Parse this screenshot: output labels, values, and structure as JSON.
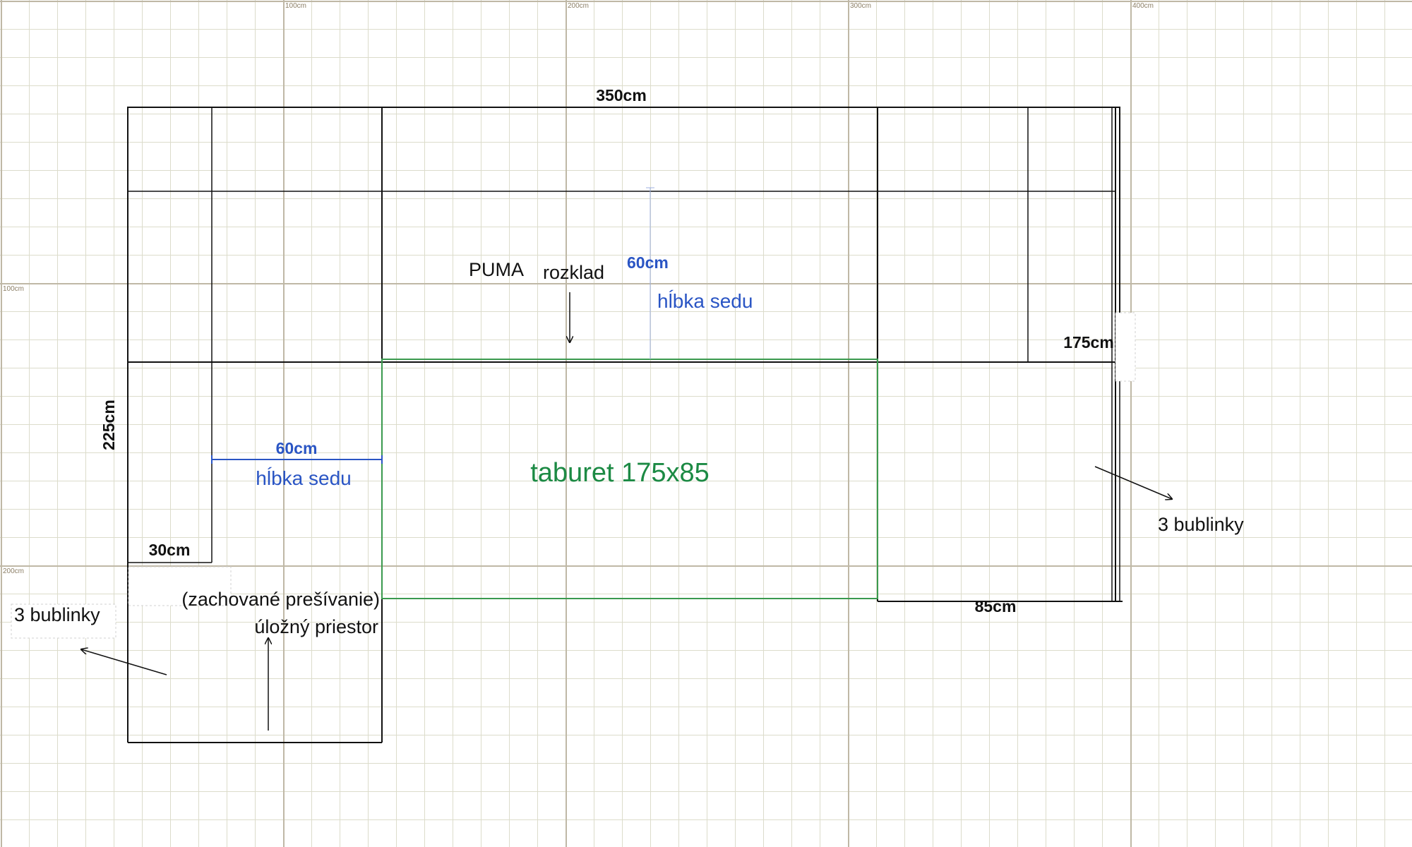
{
  "ruler": {
    "top": [
      "100cm",
      "200cm",
      "300cm",
      "400cm"
    ],
    "left": [
      "100cm",
      "200cm"
    ]
  },
  "labels": {
    "width_total": "350cm",
    "puma": "PUMA",
    "rozklad": "rozklad",
    "depth_top": "60cm",
    "seat_depth_top": "hĺbka sedu",
    "height_right": "175cm",
    "height_left": "225cm",
    "depth_left": "60cm",
    "seat_depth_left": "hĺbka sedu",
    "taburet": "taburet 175x85",
    "width_30": "30cm",
    "stitching": "(zachované prešívanie)",
    "storage": "úložný priestor",
    "bubbles_left": "3 bublinky",
    "bubbles_right": "3 bublinky",
    "width_85": "85cm"
  },
  "colors": {
    "outline": "#111111",
    "grid_minor": "#dcdccb",
    "grid_major": "#bfb8a6",
    "dimension_blue": "#2a55c4",
    "taburet_green": "#1c8a44"
  }
}
